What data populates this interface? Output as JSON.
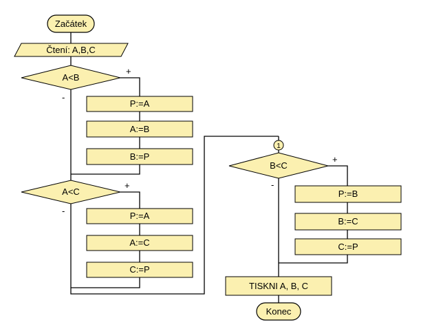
{
  "colors": {
    "shape_fill": "#fbf0b0",
    "stroke": "#000000",
    "background": "#ffffff"
  },
  "start": "Začátek",
  "input": "Čtení: A,B,C",
  "decisions": {
    "d1": {
      "label": "A<B",
      "plus": "+",
      "minus": "-"
    },
    "d2": {
      "label": "A<C",
      "plus": "+",
      "minus": "-"
    },
    "d3": {
      "label": "B<C",
      "plus": "+",
      "minus": "-"
    }
  },
  "blocks1": [
    "P:=A",
    "A:=B",
    "B:=P"
  ],
  "blocks2": [
    "P:=A",
    "A:=C",
    "C:=P"
  ],
  "blocks3": [
    "P:=B",
    "B:=C",
    "C:=P"
  ],
  "connector": "1",
  "output": "TISKNI A, B, C",
  "end": "Konec"
}
